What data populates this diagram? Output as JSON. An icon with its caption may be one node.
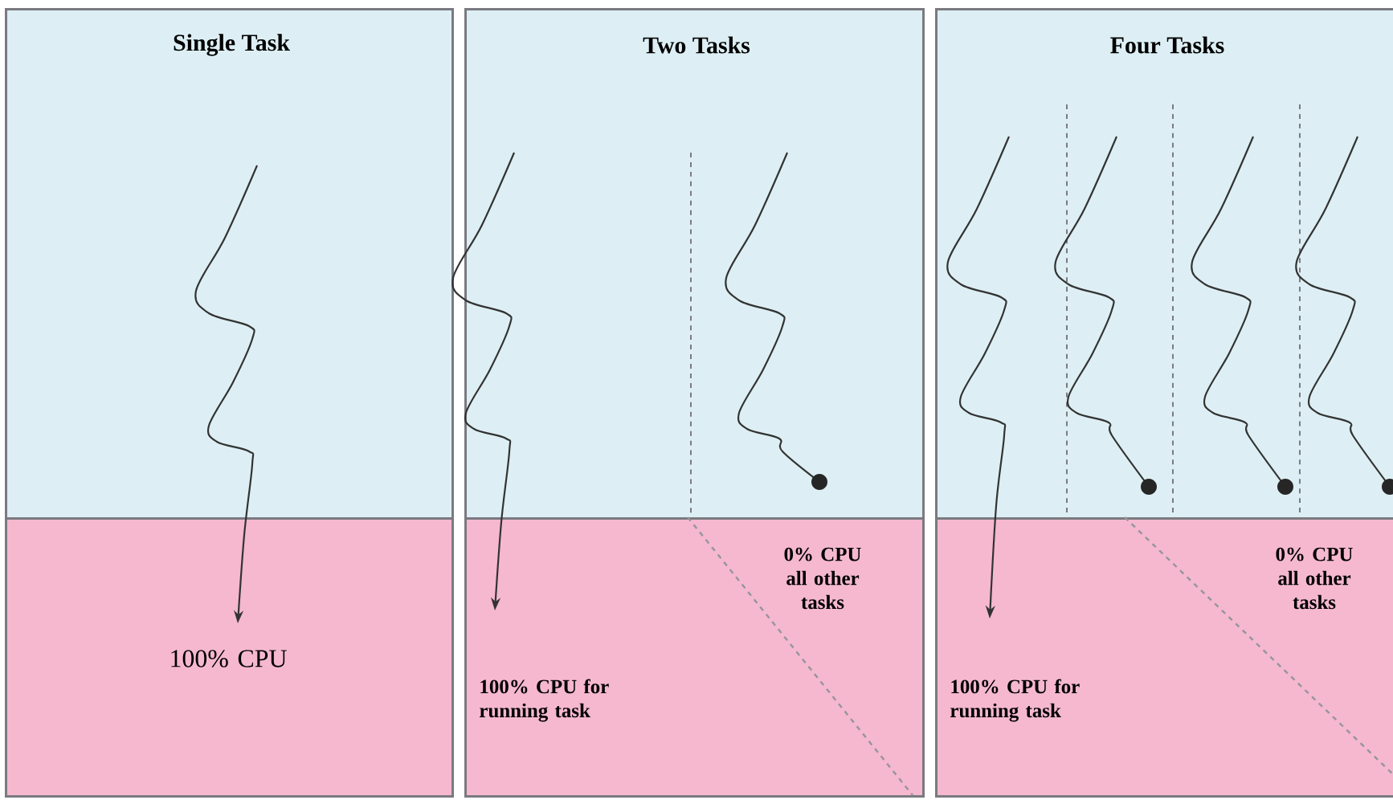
{
  "diagram": {
    "nodes": [
      {
        "text": [
          "Single Task"
        ]
      },
      {
        "text": [
          "100% CPU"
        ]
      },
      {
        "text": [
          "Two Tasks"
        ]
      },
      {
        "text": [
          "100% CPU for running task",
          "0% CPU all other tasks"
        ]
      },
      {
        "text": [
          "Four Tasks"
        ]
      },
      {
        "text": [
          "100% CPU for running task",
          "0% CPU all other tasks"
        ]
      }
    ],
    "edges": [
      {
        "from": 0,
        "to": 1,
        "arrow": "to"
      },
      {
        "from": 2,
        "to": 3,
        "arrow": "to"
      },
      {
        "from": 4,
        "to": 5,
        "arrow": "to"
      }
    ]
  }
}
